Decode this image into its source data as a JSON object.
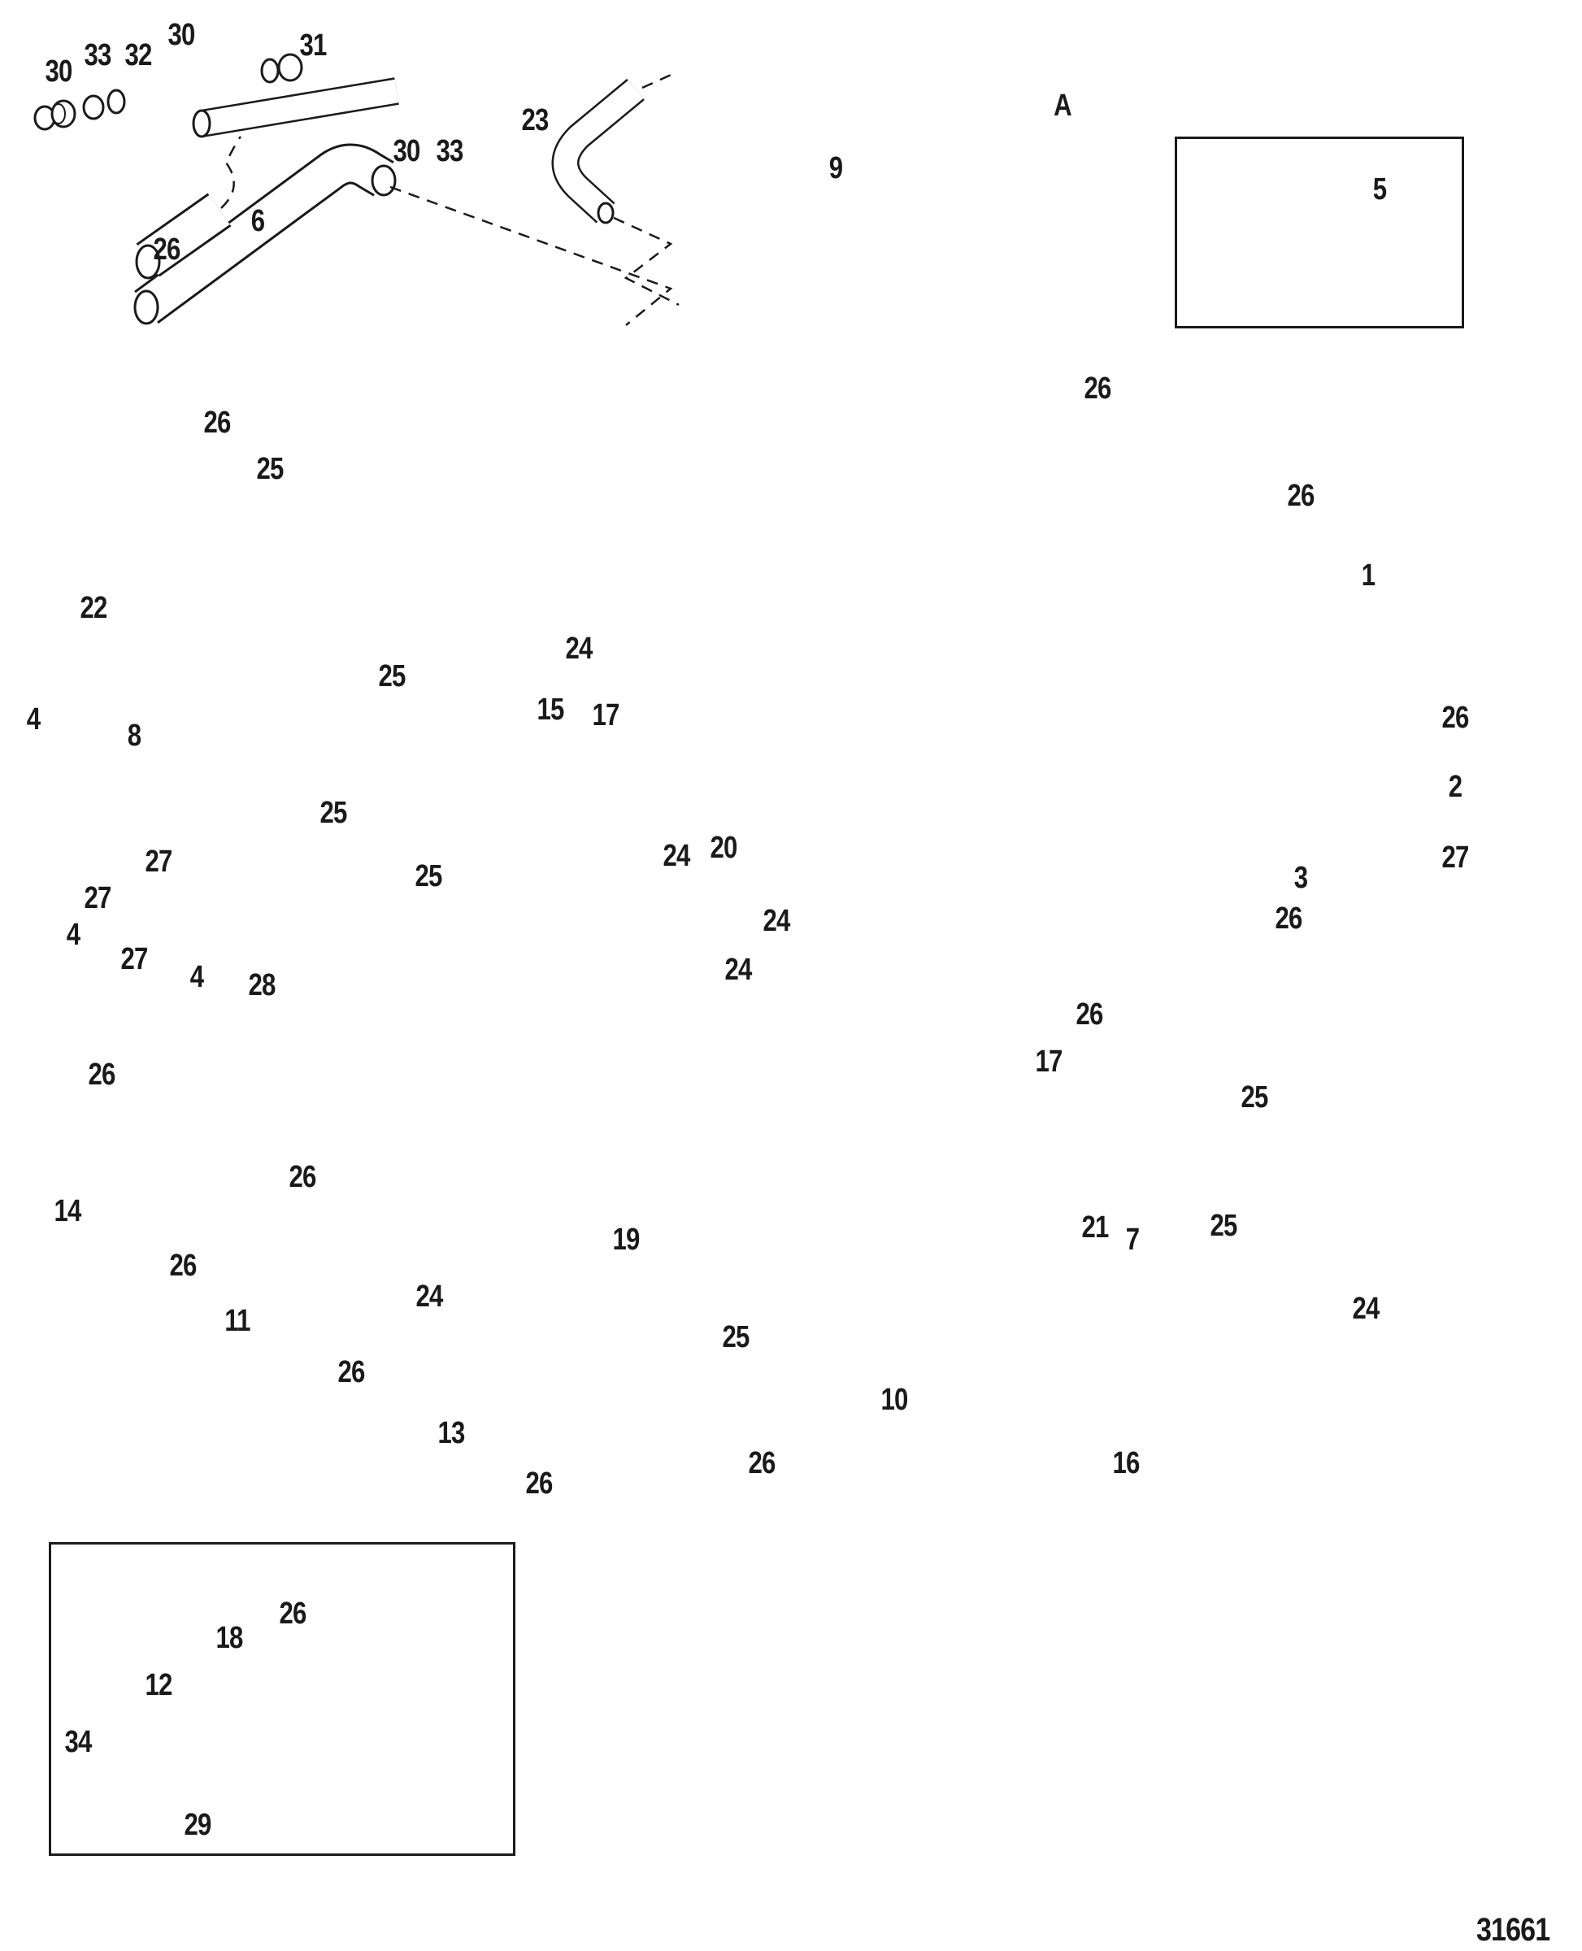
{
  "diagram": {
    "type": "exploded-parts-diagram",
    "subject": "Closed cooling system hoses and fittings",
    "document_number": "31661",
    "reference_letter": "A",
    "callouts": [
      {
        "id": "c30a",
        "label": "30"
      },
      {
        "id": "c33a",
        "label": "33"
      },
      {
        "id": "c32",
        "label": "32"
      },
      {
        "id": "c30b",
        "label": "30"
      },
      {
        "id": "c31",
        "label": "31"
      },
      {
        "id": "c30c",
        "label": "30"
      },
      {
        "id": "c33b",
        "label": "33"
      },
      {
        "id": "c23",
        "label": "23"
      },
      {
        "id": "cA",
        "label": "A"
      },
      {
        "id": "c9",
        "label": "9"
      },
      {
        "id": "c5",
        "label": "5"
      },
      {
        "id": "c6",
        "label": "6"
      },
      {
        "id": "c26a",
        "label": "26"
      },
      {
        "id": "c26b",
        "label": "26"
      },
      {
        "id": "c26c",
        "label": "26"
      },
      {
        "id": "c26d",
        "label": "26"
      },
      {
        "id": "c25a",
        "label": "25"
      },
      {
        "id": "c22",
        "label": "22"
      },
      {
        "id": "c1",
        "label": "1"
      },
      {
        "id": "c24a",
        "label": "24"
      },
      {
        "id": "c25b",
        "label": "25"
      },
      {
        "id": "c15",
        "label": "15"
      },
      {
        "id": "c26e",
        "label": "26"
      },
      {
        "id": "c4a",
        "label": "4"
      },
      {
        "id": "c8",
        "label": "8"
      },
      {
        "id": "c17a",
        "label": "17"
      },
      {
        "id": "c2",
        "label": "2"
      },
      {
        "id": "c25c",
        "label": "25"
      },
      {
        "id": "c27a",
        "label": "27"
      },
      {
        "id": "c27b",
        "label": "27"
      },
      {
        "id": "c24b",
        "label": "24"
      },
      {
        "id": "c20",
        "label": "20"
      },
      {
        "id": "c25d",
        "label": "25"
      },
      {
        "id": "c3",
        "label": "3"
      },
      {
        "id": "c27c",
        "label": "27"
      },
      {
        "id": "c4b",
        "label": "4"
      },
      {
        "id": "c24c",
        "label": "24"
      },
      {
        "id": "c26f",
        "label": "26"
      },
      {
        "id": "c27d",
        "label": "27"
      },
      {
        "id": "c4c",
        "label": "4"
      },
      {
        "id": "c28",
        "label": "28"
      },
      {
        "id": "c24d",
        "label": "24"
      },
      {
        "id": "c26g",
        "label": "26"
      },
      {
        "id": "c17b",
        "label": "17"
      },
      {
        "id": "c26h",
        "label": "26"
      },
      {
        "id": "c25e",
        "label": "25"
      },
      {
        "id": "c26i",
        "label": "26"
      },
      {
        "id": "c14",
        "label": "14"
      },
      {
        "id": "c21",
        "label": "21"
      },
      {
        "id": "c19",
        "label": "19"
      },
      {
        "id": "c25f",
        "label": "25"
      },
      {
        "id": "c26j",
        "label": "26"
      },
      {
        "id": "c24e",
        "label": "24"
      },
      {
        "id": "c7",
        "label": "7"
      },
      {
        "id": "c24f",
        "label": "24"
      },
      {
        "id": "c11",
        "label": "11"
      },
      {
        "id": "c26k",
        "label": "26"
      },
      {
        "id": "c25g",
        "label": "25"
      },
      {
        "id": "c10",
        "label": "10"
      },
      {
        "id": "c13",
        "label": "13"
      },
      {
        "id": "c26l",
        "label": "26"
      },
      {
        "id": "c26m",
        "label": "26"
      },
      {
        "id": "c16",
        "label": "16"
      },
      {
        "id": "c26n",
        "label": "26"
      },
      {
        "id": "c18",
        "label": "18"
      },
      {
        "id": "c12",
        "label": "12"
      },
      {
        "id": "c34",
        "label": "34"
      },
      {
        "id": "c29",
        "label": "29"
      }
    ]
  }
}
